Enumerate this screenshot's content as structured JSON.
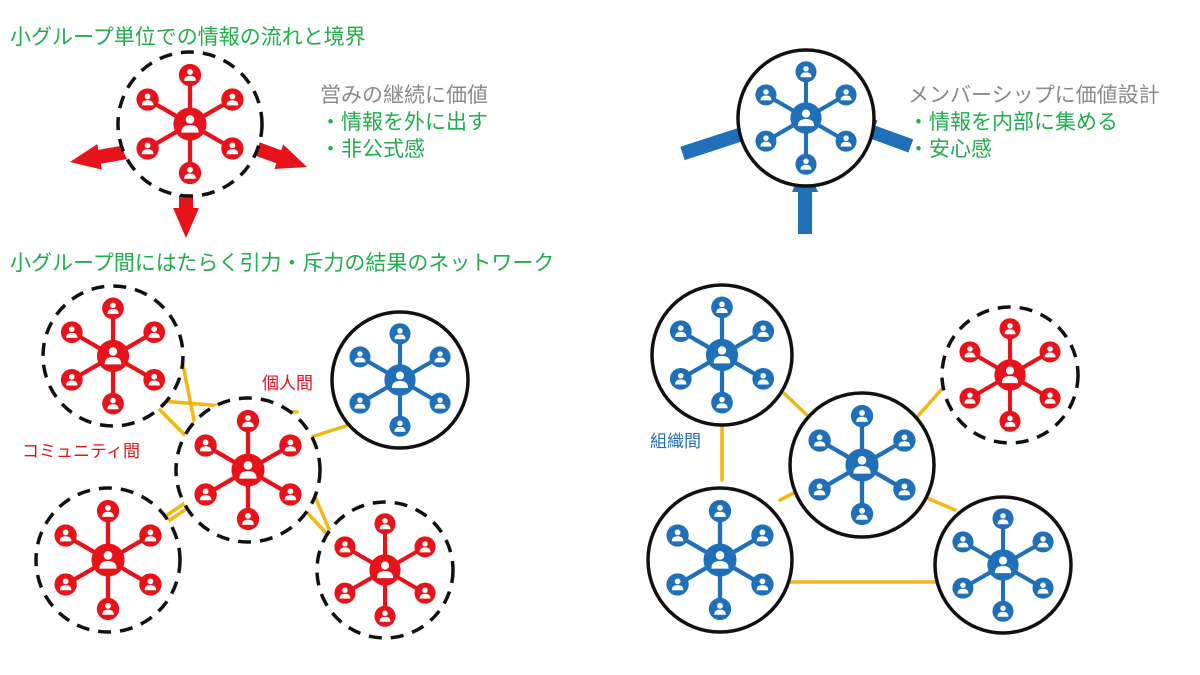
{
  "headings": {
    "top": "小グループ単位での情報の流れと境界",
    "middle": "小グループ間にはたらく引力・斥力の結果のネットワーク"
  },
  "community": {
    "title": "営みの継続に価値",
    "point1": "・情報を外に出す",
    "point2": "・非公式感"
  },
  "membership": {
    "title": "メンバーシップに価値設計",
    "point1": "・情報を内部に集める",
    "point2": "・安心感"
  },
  "labels": {
    "individual": "個人間",
    "community_between": "コミュニティ間",
    "organization_between": "組織間"
  },
  "colors": {
    "community": "#e8131a",
    "organization": "#1f6fb9",
    "link": "#f2b713",
    "heading": "#1fae4b",
    "note": "#8a8a8a"
  },
  "icons": {
    "person": "person-icon",
    "outward_arrow": "arrow-out-icon",
    "inward_arrow": "arrow-in-icon"
  }
}
